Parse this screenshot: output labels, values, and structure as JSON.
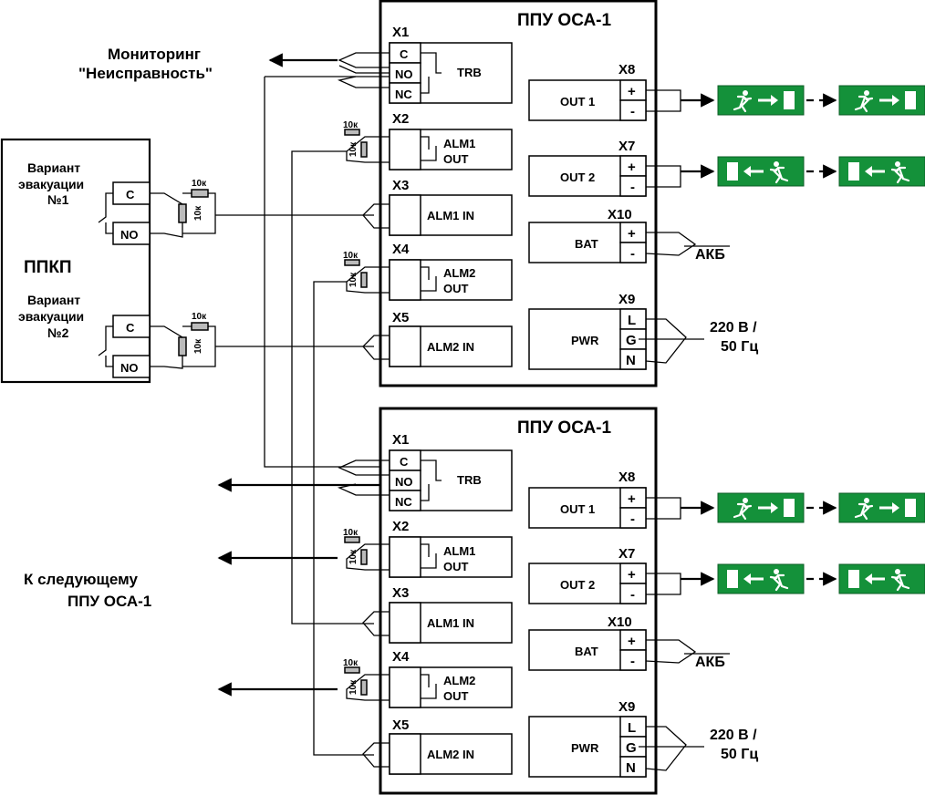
{
  "device_title": "ППУ ОСА-1",
  "ppkp_label": "ППКП",
  "variant1": [
    "Вариант",
    "эвакуации",
    "№1"
  ],
  "variant2": [
    "Вариант",
    "эвакуации",
    "№2"
  ],
  "monitoring": [
    "Мониторинг",
    "\"Неисправность\""
  ],
  "next_device": [
    "К следующему",
    "ППУ ОСА-1"
  ],
  "resistor": "10к",
  "connectors": {
    "x1": "X1",
    "x2": "X2",
    "x3": "X3",
    "x4": "X4",
    "x5": "X5",
    "x7": "X7",
    "x8": "X8",
    "x9": "X9",
    "x10": "X10"
  },
  "terminals": {
    "c": "C",
    "no": "NO",
    "nc": "NC",
    "plus": "+",
    "minus": "-",
    "l": "L",
    "g": "G",
    "n": "N"
  },
  "blocks": {
    "trb": "TRB",
    "alm1_out": [
      "ALM1",
      "OUT"
    ],
    "alm2_out": [
      "ALM2",
      "OUT"
    ],
    "alm1_in": "ALM1 IN",
    "alm2_in": "ALM2 IN",
    "out1": "OUT 1",
    "out2": "OUT 2",
    "bat": "BAT",
    "pwr": "PWR"
  },
  "battery": "АКБ",
  "power": [
    "220 В /",
    "50 Гц"
  ],
  "colors": {
    "sign_green": "#14913a",
    "line": "#000000"
  }
}
